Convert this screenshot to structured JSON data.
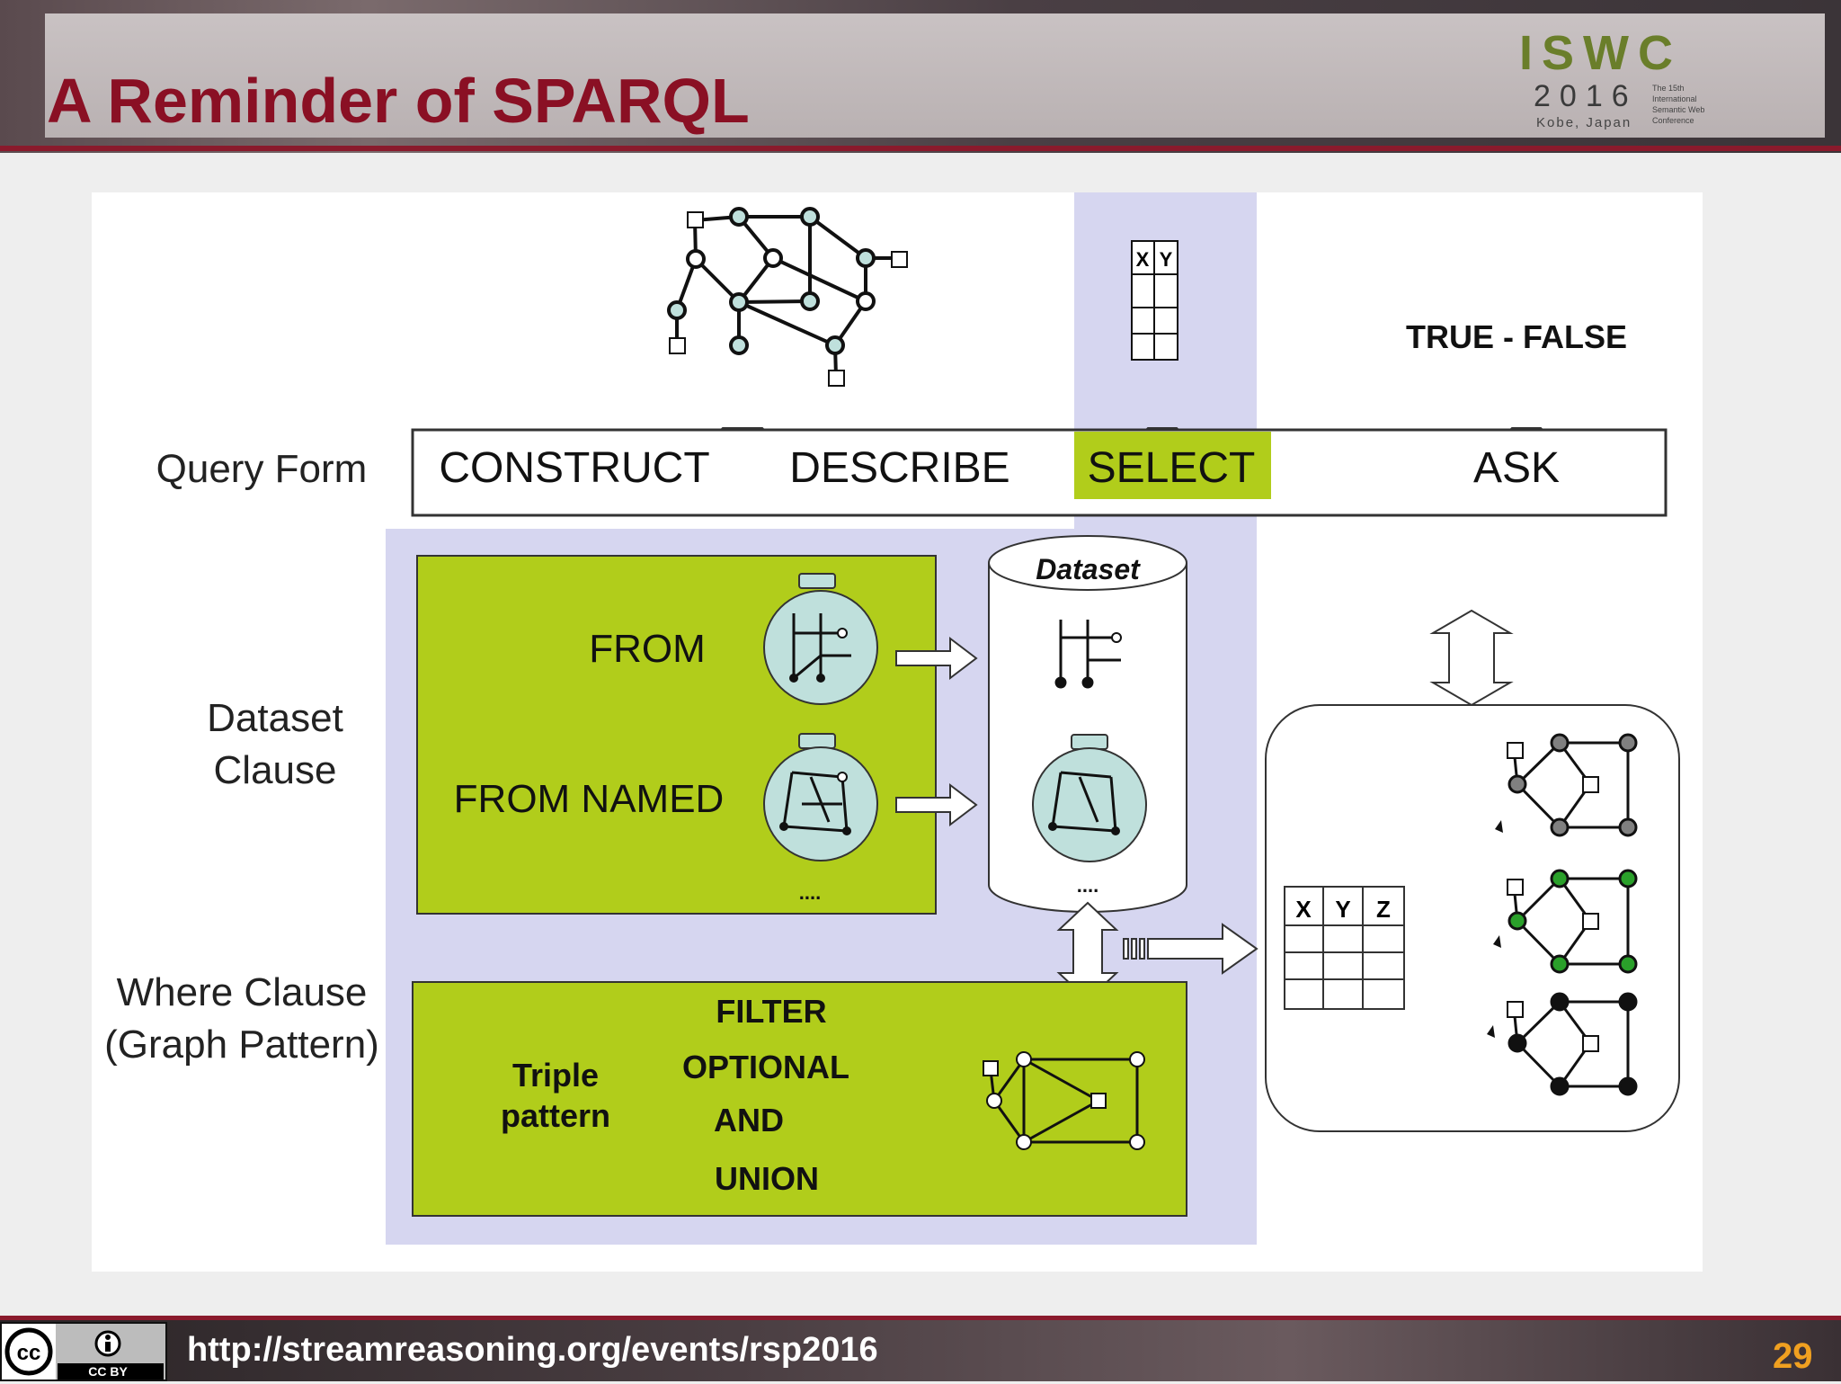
{
  "header": {
    "title": "A Reminder of SPARQL"
  },
  "logo": {
    "name": "ISWC",
    "year": "2016",
    "place": "Kobe, Japan",
    "subtitle": "The 15th International Semantic Web Conference"
  },
  "diagram": {
    "row_labels": {
      "query_form": "Query Form",
      "dataset_clause_line1": "Dataset",
      "dataset_clause_line2": "Clause",
      "where_clause_line1": "Where Clause",
      "where_clause_line2": "(Graph Pattern)"
    },
    "query_forms": [
      "CONSTRUCT",
      "DESCRIBE",
      "SELECT",
      "ASK"
    ],
    "ask_result": "TRUE - FALSE",
    "select_table_headers": [
      "X",
      "Y"
    ],
    "result_table_headers": [
      "X",
      "Y",
      "Z"
    ],
    "dataset_label": "Dataset",
    "dataset_clauses": [
      "FROM",
      "FROM NAMED"
    ],
    "ellipsis": "....",
    "triple_pattern": [
      "Triple",
      "pattern"
    ],
    "where_keywords": [
      "FILTER",
      "OPTIONAL",
      "AND",
      "UNION"
    ]
  },
  "colors": {
    "accent_green": "#b1cd1b",
    "lavender": "#d6d6f0",
    "title_red": "#8a1024",
    "page_number": "#f0a020"
  },
  "footer": {
    "license": "CC BY",
    "url": "http://streamreasoning.org/events/rsp2016",
    "page_number": "29"
  }
}
